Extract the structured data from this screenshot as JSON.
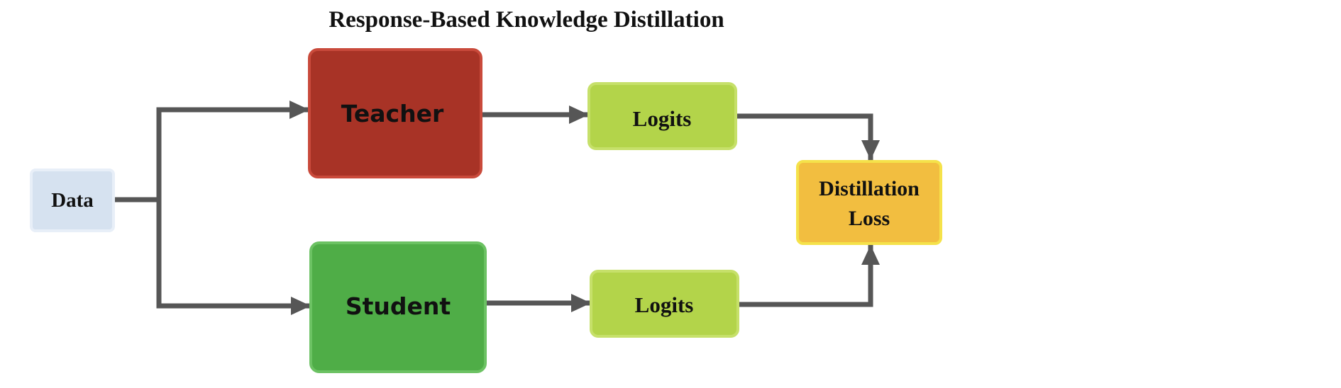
{
  "title": "Response-Based Knowledge Distillation",
  "nodes": {
    "data": {
      "label": "Data",
      "fill": "#d6e2f0",
      "stroke": "#e8eff8"
    },
    "teacher": {
      "label": "Teacher",
      "fill": "#a83326",
      "stroke": "#c94a3b"
    },
    "student": {
      "label": "Student",
      "fill": "#4fad47",
      "stroke": "#6cc263"
    },
    "teacher_logits": {
      "label": "Logits",
      "fill": "#b3d44a",
      "stroke": "#c6e06a"
    },
    "student_logits": {
      "label": "Logits",
      "fill": "#b3d44a",
      "stroke": "#c6e06a"
    },
    "distillation_loss": {
      "label_line1": "Distillation",
      "label_line2": "Loss",
      "fill": "#f2be40",
      "stroke": "#f5e24a"
    }
  },
  "colors": {
    "connector": "#565656",
    "text": "#111111"
  }
}
